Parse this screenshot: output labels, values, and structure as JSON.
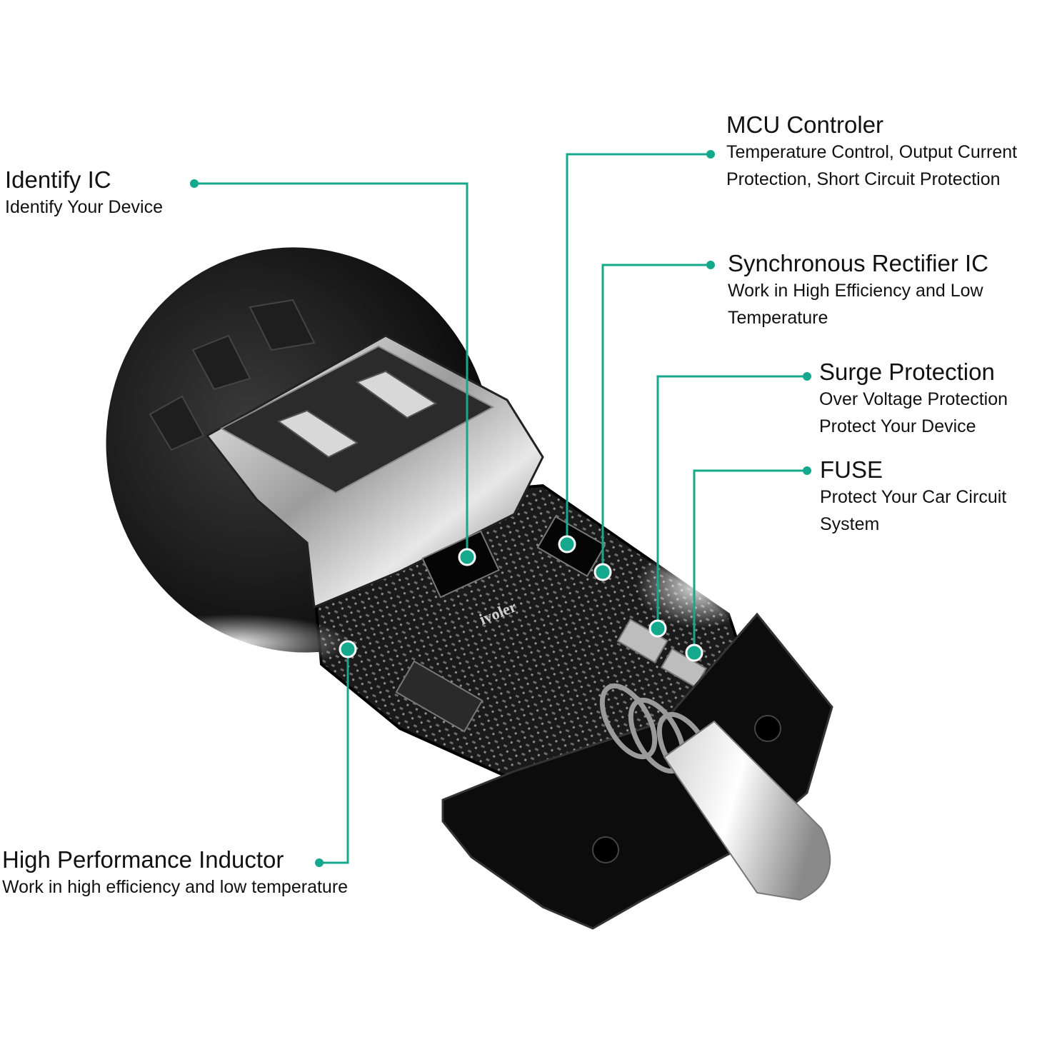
{
  "accent_color": "#14a88c",
  "brand_mark": "ivoler",
  "callouts": {
    "identify_ic": {
      "title": "Identify IC",
      "lines": [
        "Identify Your Device"
      ]
    },
    "mcu": {
      "title": "MCU Controler",
      "lines": [
        "Temperature Control, Output Current",
        "Protection, Short Circuit Protection"
      ]
    },
    "rectifier": {
      "title": "Synchronous Rectifier IC",
      "lines": [
        "Work in High Efficiency and Low",
        "Temperature"
      ]
    },
    "surge": {
      "title": "Surge Protection",
      "lines": [
        "Over Voltage Protection",
        "Protect Your Device"
      ]
    },
    "fuse": {
      "title": "FUSE",
      "lines": [
        "Protect Your Car Circuit",
        "System"
      ]
    },
    "inductor": {
      "title": "High Performance Inductor",
      "lines": [
        "Work in high efficiency and low temperature"
      ]
    }
  }
}
